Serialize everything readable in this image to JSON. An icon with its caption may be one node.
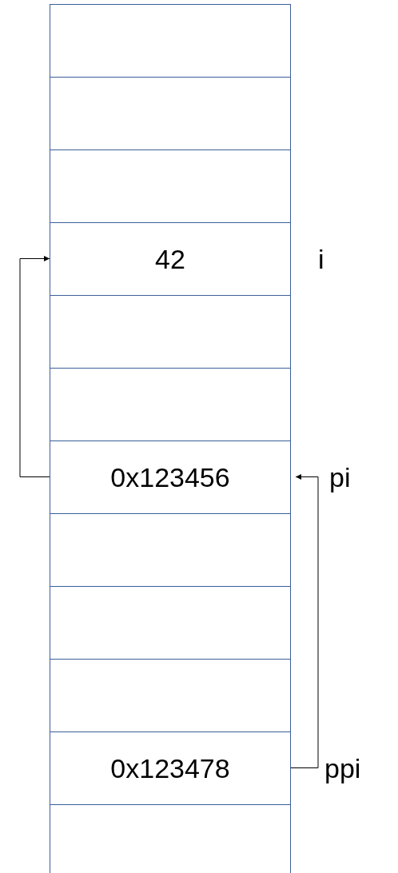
{
  "diagram": {
    "nodes": [
      {
        "text": [],
        "shape": "box"
      },
      {
        "text": [],
        "shape": "box"
      },
      {
        "text": [],
        "shape": "box"
      },
      {
        "text": [
          "42"
        ],
        "beside": [
          "i"
        ]
      },
      {
        "text": [],
        "shape": "box"
      },
      {
        "text": [],
        "shape": "box"
      },
      {
        "text": [
          "0x123456"
        ],
        "beside": [
          "pi"
        ]
      },
      {
        "text": [],
        "shape": "box"
      },
      {
        "text": [],
        "shape": "box"
      },
      {
        "text": [],
        "shape": "box"
      },
      {
        "text": [
          "0x123478"
        ],
        "beside": [
          "ppi"
        ]
      },
      {
        "text": [],
        "shape": "box"
      }
    ],
    "edges": [
      {
        "from": 6,
        "to": 3,
        "arrow": "to"
      },
      {
        "from": 10,
        "to": 6,
        "arrow": "to"
      }
    ]
  }
}
